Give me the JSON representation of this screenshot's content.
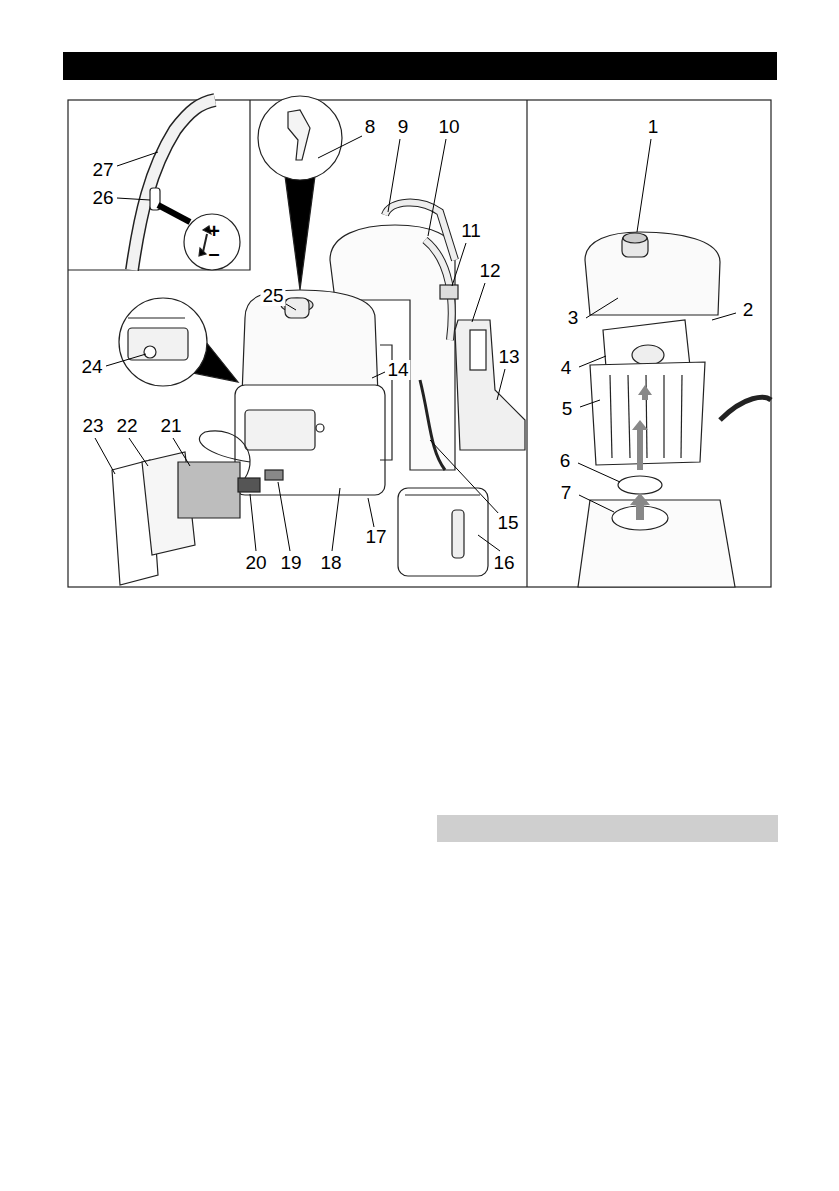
{
  "diagram": {
    "labels": [
      "27",
      "26",
      "+",
      "–",
      "8",
      "9",
      "10",
      "1",
      "11",
      "12",
      "25",
      "2",
      "3",
      "13",
      "24",
      "4",
      "14",
      "5",
      "23",
      "22",
      "21",
      "6",
      "7",
      "15",
      "17",
      "20",
      "19",
      "18",
      "16"
    ]
  }
}
